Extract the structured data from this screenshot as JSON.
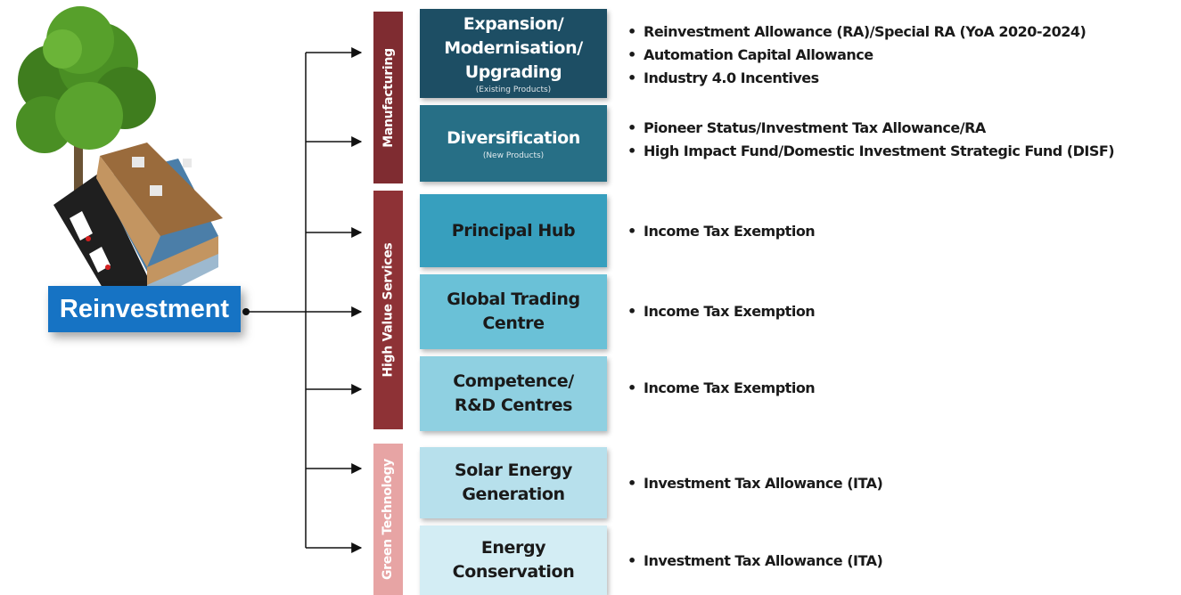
{
  "reinvestment_label": "Reinvestment",
  "categories": [
    {
      "label": "Manufacturing",
      "color": "#7f2c31"
    },
    {
      "label": "High Value Services",
      "color": "#8e3236"
    },
    {
      "label": "Green Technology",
      "color": "#e7a4a4"
    }
  ],
  "activities": [
    {
      "title_lines": [
        "Expansion/",
        "Modernisation/",
        "Upgrading"
      ],
      "subtitle": "(Existing Products)",
      "color": "#1d4e64",
      "bullets": [
        "Reinvestment  Allowance (RA)/Special RA (YoA 2020-2024)",
        "Automation Capital Allowance",
        "Industry 4.0 Incentives"
      ]
    },
    {
      "title_lines": [
        "Diversification"
      ],
      "subtitle": "(New Products)",
      "color": "#276f86",
      "bullets": [
        "Pioneer Status/Investment Tax Allowance/RA",
        "High Impact Fund/Domestic Investment Strategic Fund (DISF)"
      ]
    },
    {
      "title_lines": [
        "Principal Hub"
      ],
      "subtitle": "",
      "color": "#379fbe",
      "bullets": [
        "Income Tax Exemption"
      ]
    },
    {
      "title_lines": [
        "Global Trading",
        "Centre"
      ],
      "subtitle": "",
      "color": "#6ac1d7",
      "bullets": [
        "Income Tax Exemption"
      ]
    },
    {
      "title_lines": [
        "Competence/",
        "R&D Centres"
      ],
      "subtitle": "",
      "color": "#8fd0e1",
      "bullets": [
        "Income Tax Exemption"
      ]
    },
    {
      "title_lines": [
        "Solar Energy",
        "Generation"
      ],
      "subtitle": "",
      "color": "#b7e0ec",
      "bullets": [
        "Investment Tax Allowance (ITA)"
      ]
    },
    {
      "title_lines": [
        "Energy",
        "Conservation"
      ],
      "subtitle": "",
      "color": "#d3edf4",
      "bullets": [
        "Investment Tax Allowance (ITA)"
      ]
    }
  ]
}
